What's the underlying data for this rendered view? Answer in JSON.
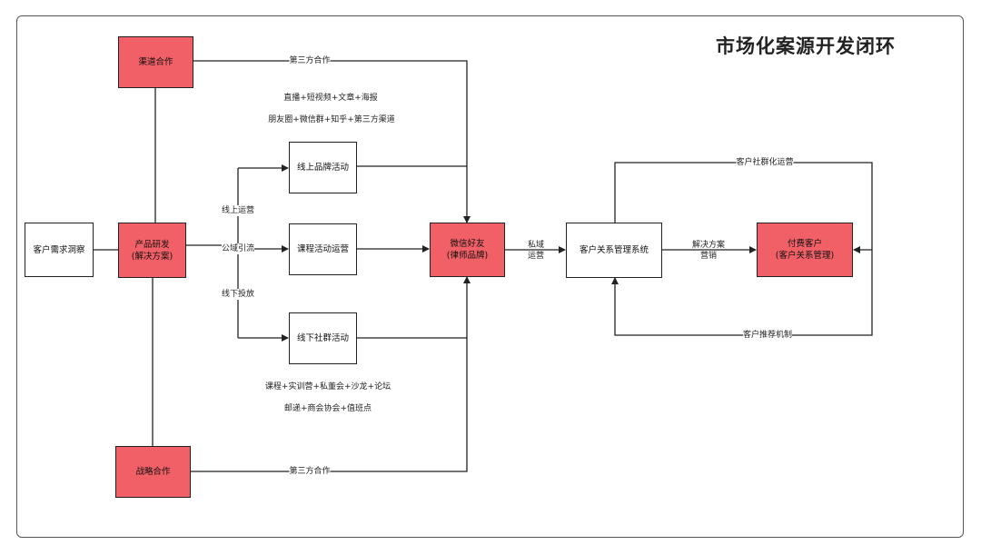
{
  "title": "市场化案源开发闭环",
  "nodes": {
    "customer_need": {
      "label": "客户需求洞察"
    },
    "product_rd": {
      "line1": "产品研发",
      "line2": "(解决方案)"
    },
    "channel_coop": {
      "label": "渠道合作"
    },
    "strategic_coop": {
      "label": "战略合作"
    },
    "online_brand": {
      "label": "线上品牌活动"
    },
    "course_ops": {
      "label": "课程活动运营"
    },
    "offline_community": {
      "label": "线下社群活动"
    },
    "wechat_friend": {
      "line1": "微信好友",
      "line2": "(律师品牌)"
    },
    "crm": {
      "label": "客户关系管理系统"
    },
    "paying_customer": {
      "line1": "付费客户",
      "line2": "(客户关系管理)"
    }
  },
  "edge_labels": {
    "third_party_top": "第三方合作",
    "third_party_bottom": "第三方合作",
    "online_ops": "线上运营",
    "public_traffic": "公域引流",
    "offline_ads": "线下投放",
    "private_domain_1": "私域",
    "private_domain_2": "运营",
    "solution_marketing_1": "解决方案",
    "solution_marketing_2": "营销",
    "community_ops": "客户社群化运营",
    "referral": "客户推荐机制"
  },
  "notes": {
    "online_line1": "直播+短视频+文章+海报",
    "online_line2": "朋友圈+微信群+知乎+第三方渠道",
    "offline_line1": "课程+实训营+私董会+沙龙+论坛",
    "offline_line2": "邮递+商会协会+值班点"
  },
  "colors": {
    "red_node": "#f06066",
    "line": "#222222"
  }
}
